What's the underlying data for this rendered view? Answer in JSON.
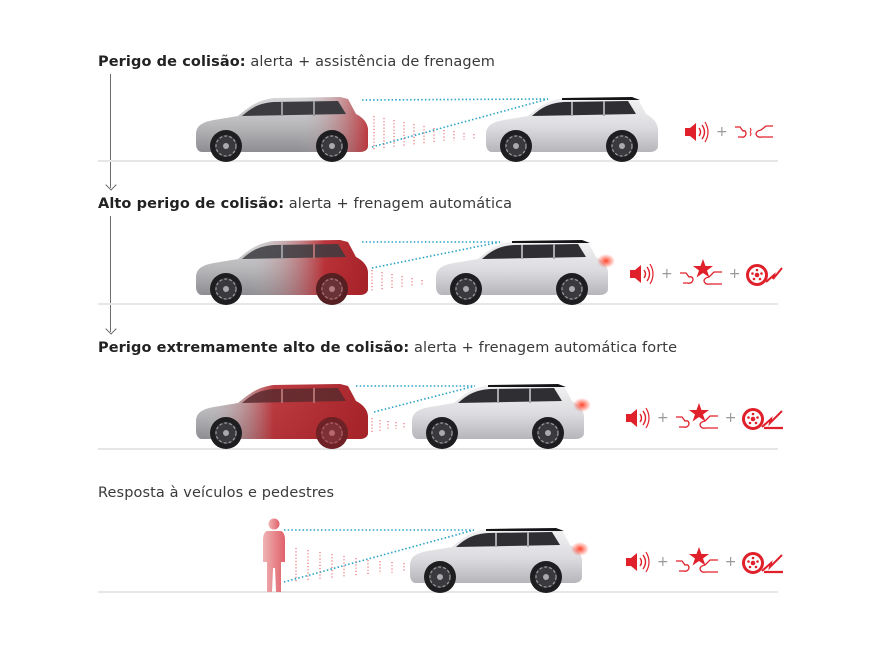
{
  "diagram": {
    "rows": [
      {
        "id": "row-1",
        "title_bold": "Perigo de colisão:",
        "title_rest": " alerta + assistência de frenagem",
        "target": "vehicle",
        "ego_highlight": "light",
        "actions": [
          "speaker-alert-icon",
          "brake-assist-icon"
        ]
      },
      {
        "id": "row-2",
        "title_bold": "Alto perigo de colisão:",
        "title_rest": " alerta + frenagem automática",
        "target": "vehicle",
        "ego_highlight": "medium",
        "actions": [
          "speaker-alert-icon",
          "collision-star-icon",
          "auto-brake-wheel-icon"
        ]
      },
      {
        "id": "row-3",
        "title_bold": "Perigo extremamente alto de colisão:",
        "title_rest": " alerta + frenagem automática forte",
        "target": "vehicle",
        "ego_highlight": "strong",
        "actions": [
          "speaker-alert-icon",
          "collision-star-icon",
          "strong-brake-wheel-icon"
        ]
      },
      {
        "id": "row-4",
        "title_bold": "Resposta à veículos e pedestres",
        "title_rest": "",
        "target": "pedestrian",
        "ego_highlight": "none",
        "actions": [
          "speaker-alert-icon",
          "collision-star-icon",
          "strong-brake-wheel-icon"
        ]
      }
    ],
    "plus_symbol": "+",
    "colors": {
      "accent_red": "#e0202a",
      "beam_blue": "#2aa3c9",
      "ground": "#e6e6e6",
      "text": "#3a3a3a",
      "arrow": "#6d6d6d"
    }
  }
}
